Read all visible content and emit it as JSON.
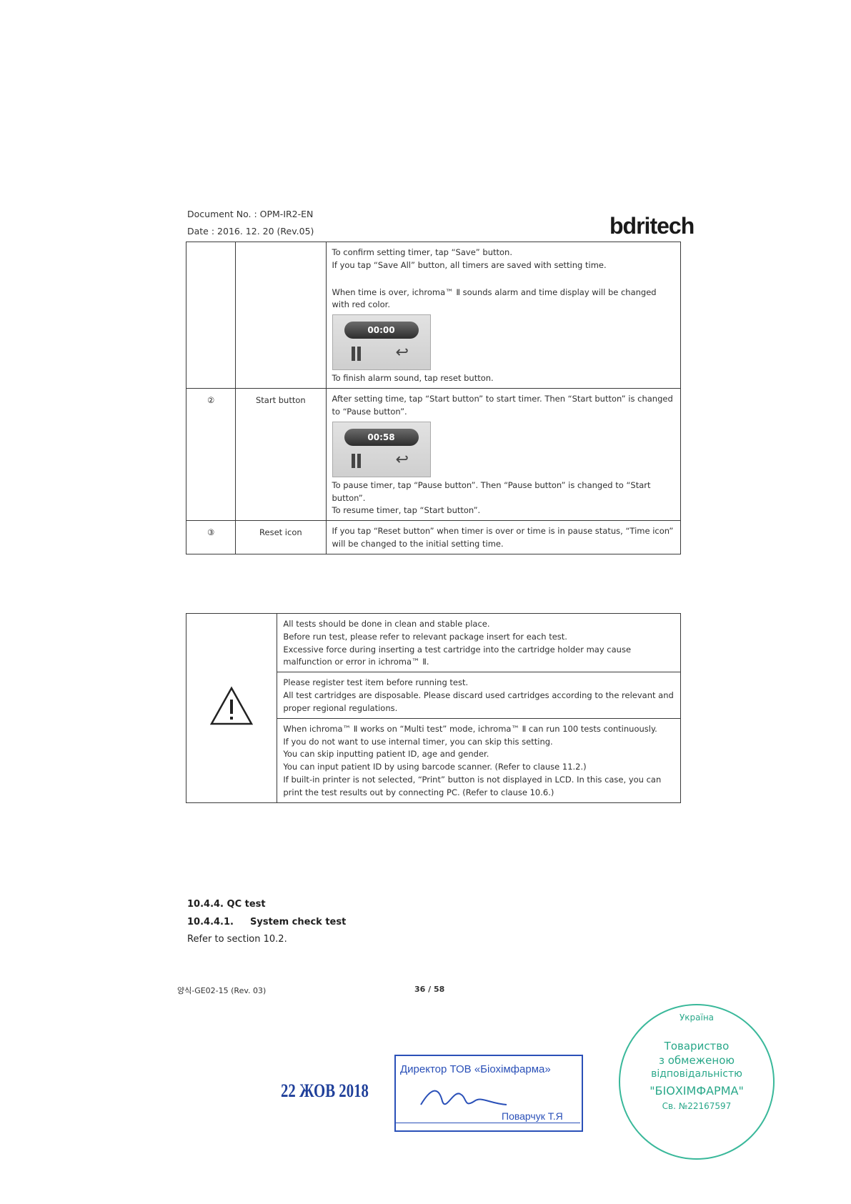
{
  "header": {
    "doc_no": "Document No. : OPM-IR2-EN",
    "date": "Date : 2016. 12. 20 (Rev.05)",
    "logo": "bdritech"
  },
  "table1": {
    "row0": {
      "lines": [
        "To confirm setting timer, tap “Save” button.",
        "If you tap “Save All” button, all timers are saved with setting time.",
        "When time is over, ichroma™ Ⅱ sounds alarm and time display will be changed with red color.",
        "To finish alarm sound, tap reset button."
      ],
      "timer": "00:00"
    },
    "row1": {
      "num": "②",
      "name": "Start button",
      "lines": [
        "After setting time, tap “Start button” to start timer. Then “Start button” is changed to “Pause button”.",
        "To pause timer, tap “Pause button”. Then “Pause button” is changed to “Start button”.",
        "To resume timer, tap “Start button”."
      ],
      "timer": "00:58"
    },
    "row2": {
      "num": "③",
      "name": "Reset icon",
      "lines": [
        "If you tap “Reset button” when timer is over or time is in pause status, “Time icon” will be changed to the initial setting time."
      ]
    }
  },
  "table2": {
    "block1": [
      "All tests should be done in clean and stable place.",
      "Before run test, please refer to relevant package insert for each test.",
      "Excessive force during inserting a test cartridge into the cartridge holder may cause malfunction or error in ichroma™ Ⅱ."
    ],
    "block2": [
      "Please register test item before running test.",
      "All test cartridges are disposable. Please discard used cartridges according to the relevant and proper regional regulations."
    ],
    "block3": [
      "When ichroma™ Ⅱ works on “Multi test” mode, ichroma™ Ⅱ can run 100 tests continuously.",
      "If you do not want to use internal timer, you can skip this setting.",
      "You can skip inputting patient ID, age and gender.",
      "You can input patient ID by using barcode scanner. (Refer to clause 11.2.)",
      "If built-in printer is not selected, “Print” button is not displayed in LCD. In this case, you can print the test results out by connecting PC. (Refer to clause 10.6.)"
    ]
  },
  "sections": {
    "s1": "10.4.4.  QC test",
    "s2_num": "10.4.4.1.",
    "s2_title": "System check test",
    "s3": "Refer to section 10.2."
  },
  "footer": {
    "form": "양식-GE02-15 (Rev. 03)",
    "page": "36 / 58"
  },
  "stamps": {
    "date": "22 ЖОВ 2018",
    "director": "Директор ТОВ «Біохімфарма»",
    "name": "Поварчук Т.Я",
    "seal_lines": [
      "Україна",
      "Товариство",
      "з обмеженою",
      "відповідальністю",
      "\"БІОХІМФАРМА\"",
      "Св. №22167597"
    ]
  }
}
